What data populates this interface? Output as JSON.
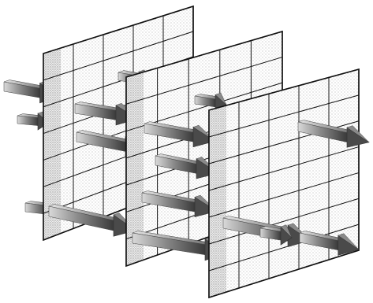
{
  "figure": {
    "description_text": "",
    "panels": [
      {
        "id": "back",
        "grid_columns": 5,
        "grid_rows": 7
      },
      {
        "id": "middle",
        "grid_columns": 5,
        "grid_rows": 7
      },
      {
        "id": "front",
        "grid_columns": 5,
        "grid_rows": 7
      }
    ],
    "arrow_count": 16,
    "colors": {
      "background": "#ffffff",
      "panel_fill": "#ffffff",
      "panel_stipple": "#b8b8b8",
      "panel_shadow": "#8c8c8c",
      "grid_line": "#111111",
      "arrow_dark": "#3a3a3a",
      "arrow_light": "#d9d9d9"
    }
  }
}
